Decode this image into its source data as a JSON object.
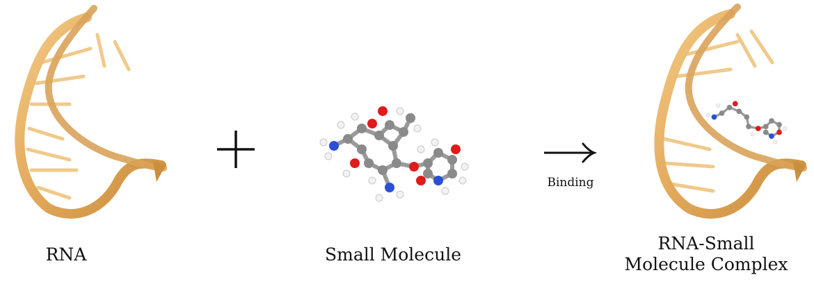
{
  "labels": {
    "rna": "RNA",
    "small_molecule": "Small Molecule",
    "complex_line1": "RNA-Small",
    "complex_line2": "Molecule Complex",
    "binding": "Binding"
  },
  "symbols": {
    "plus": "+",
    "arrow": "→"
  },
  "colors": {
    "rna_ribbon": "#e8b56a",
    "rna_ribbon_dark": "#c98f3e",
    "rna_base": "#f0c98a",
    "carbon": "#8a8a8a",
    "oxygen": "#e01b1b",
    "nitrogen": "#2a4fd6",
    "hydrogen": "#f2f2f2",
    "text": "#111111"
  },
  "icons": {
    "rna": "rna-double-helix-icon",
    "molecule": "ball-and-stick-molecule-icon",
    "complex": "rna-molecule-complex-icon"
  }
}
